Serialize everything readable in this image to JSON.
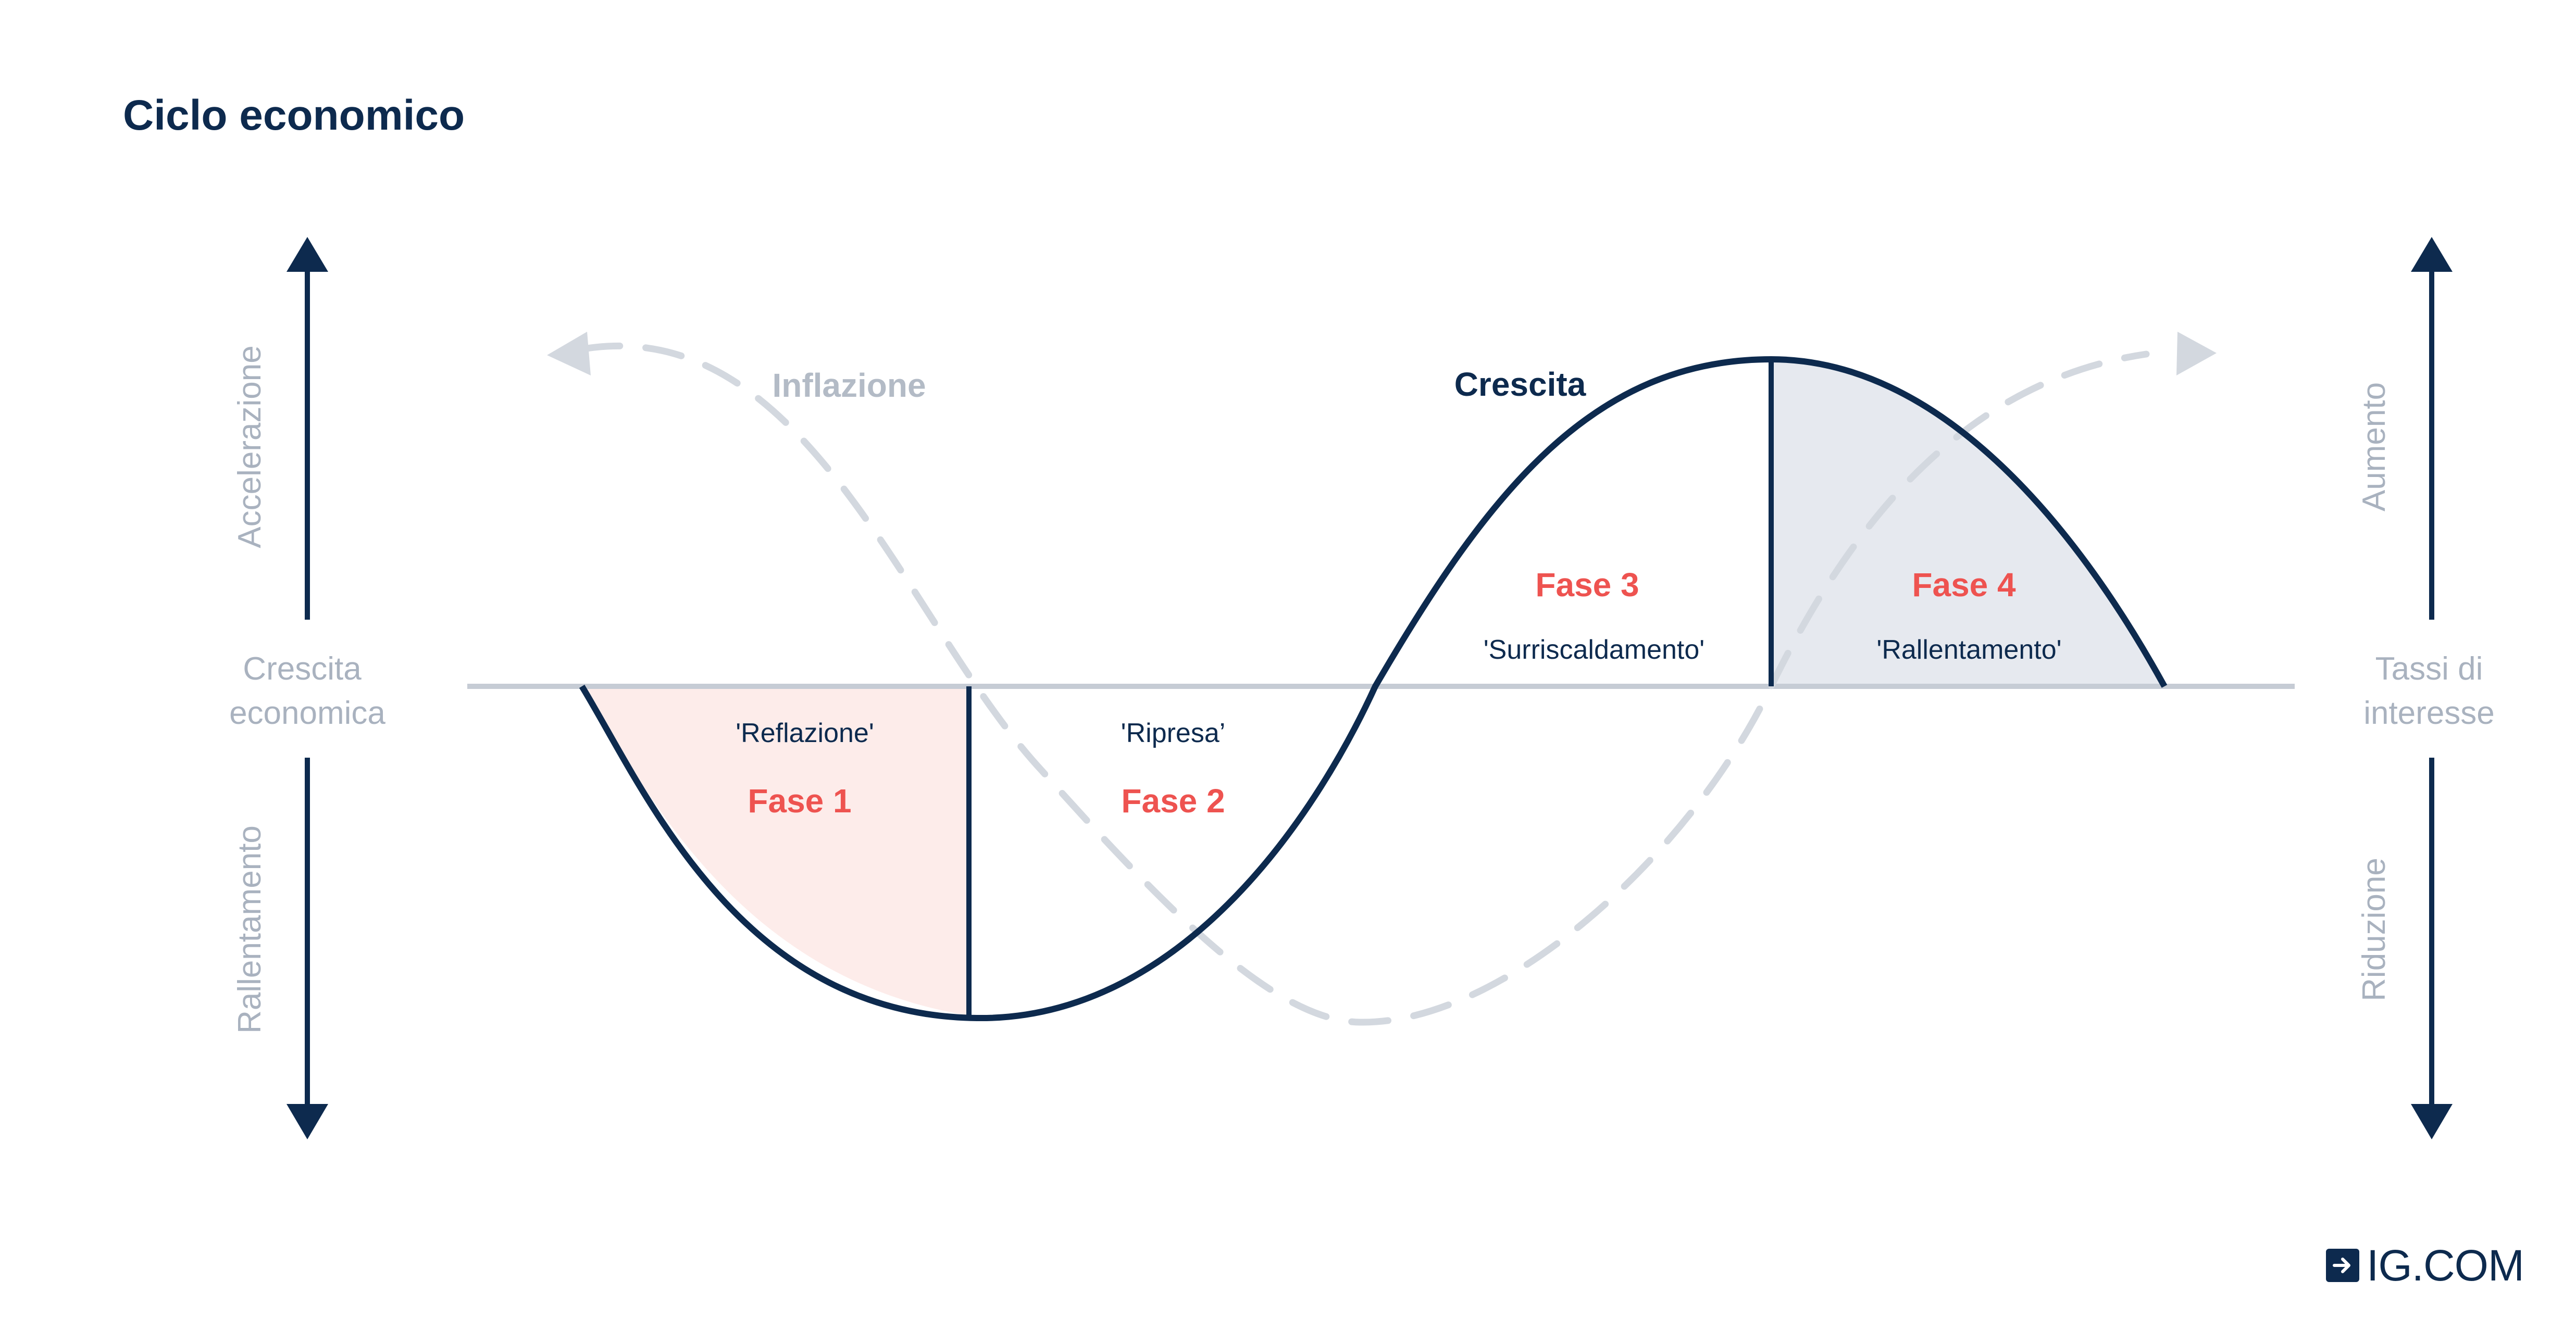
{
  "title": "Ciclo economico",
  "axes": {
    "left_top": "Accelerazione",
    "left_bottom": "Rallentamento",
    "left_center_line1": "Crescita",
    "left_center_line2": "economica",
    "right_top": "Aumento",
    "right_bottom": "Riduzione",
    "right_center_line1": "Tassi di",
    "right_center_line2": "interesse"
  },
  "curves": {
    "growth": "Crescita",
    "inflation": "Inflazione"
  },
  "phases": [
    {
      "label": "Fase 1",
      "name": "'Reflazione'"
    },
    {
      "label": "Fase 2",
      "name": "'Ripresa’"
    },
    {
      "label": "Fase 3",
      "name": "'Surriscaldamento'"
    },
    {
      "label": "Fase 4",
      "name": "'Rallentamento'"
    }
  ],
  "brand": {
    "logo_text": "IG.COM",
    "logo_icon": "arrow-right-box-icon"
  },
  "colors": {
    "navy": "#0d2a4e",
    "gray": "#a9b2bf",
    "dashed": "#d3d8df",
    "phase_red": "#ee5350",
    "phase1_fill": "#fdecea",
    "phase4_fill": "#e6e9ef"
  }
}
